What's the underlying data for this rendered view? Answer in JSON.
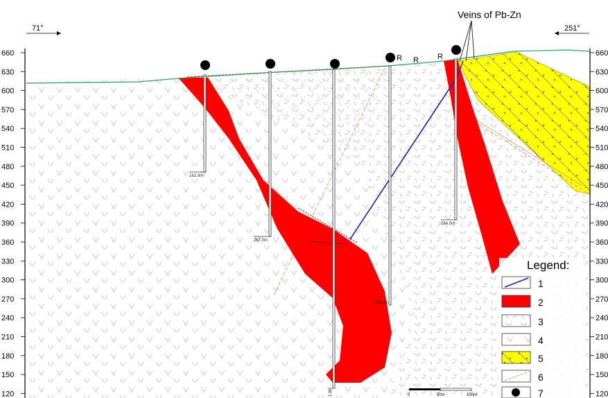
{
  "title": "Veins of Pb-Zn",
  "azimuth_left": "71°",
  "azimuth_right": "251°",
  "elevation_labels": [
    "660",
    "630",
    "600",
    "570",
    "540",
    "510",
    "480",
    "450",
    "420",
    "390",
    "360",
    "330",
    "300",
    "270",
    "240",
    "210",
    "180",
    "150",
    "120"
  ],
  "drillholes": [
    {
      "depth": "162.0m"
    },
    {
      "depth": "267.0m"
    },
    {
      "depth": "1.0m"
    },
    {
      "depth": "270.0m"
    },
    {
      "depth": "264.0m"
    }
  ],
  "surface_markers": [
    "R",
    "R",
    "R"
  ],
  "legend": {
    "title": "Legend:",
    "items": [
      {
        "num": "1",
        "pattern": "blue-line"
      },
      {
        "num": "2",
        "pattern": "red-fill"
      },
      {
        "num": "3",
        "pattern": "dash-hatch"
      },
      {
        "num": "4",
        "pattern": "v-hatch"
      },
      {
        "num": "5",
        "pattern": "yellow-dot"
      },
      {
        "num": "6",
        "pattern": "orange-dash"
      },
      {
        "num": "7",
        "pattern": "black-circle"
      }
    ]
  },
  "scale_bar": {
    "labels": [
      "0",
      "50m",
      "100m"
    ]
  },
  "colors": {
    "ore_red": "#ff0000",
    "yellow": "#ffff00",
    "vein_blue": "#1a1acc",
    "surface_green": "#22aa55",
    "fault_orange": "#d9a066"
  }
}
